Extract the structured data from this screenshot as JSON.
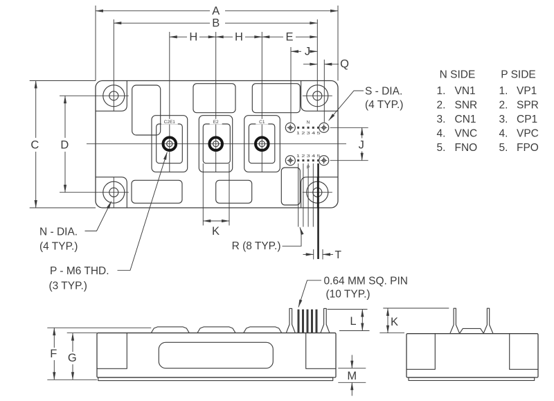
{
  "dims": {
    "A": "A",
    "B": "B",
    "C": "C",
    "D": "D",
    "E": "E",
    "F": "F",
    "G": "G",
    "H": "H",
    "J": "J",
    "K": "K",
    "L": "L",
    "M": "M",
    "Q": "Q",
    "T": "T"
  },
  "annotations": {
    "s_dia_1": "S - DIA.",
    "s_dia_2": "(4 TYP.)",
    "n_dia_1": "N - DIA.",
    "n_dia_2": "(4 TYP.)",
    "p_thd_1": "P - M6 THD.",
    "p_thd_2": "(3 TYP.)",
    "r_typ": "R (8 TYP.)",
    "pin_note_1": "0.64 MM SQ. PIN",
    "pin_note_2": "(10 TYP.)"
  },
  "terminals": [
    "C2E1",
    "E2",
    "C1"
  ],
  "signal_rows": {
    "n_label": "N",
    "p_label": "P",
    "pin_numbers": "1 2 3 4 5"
  },
  "pin_table": {
    "columns": [
      {
        "header": "N SIDE",
        "items": [
          {
            "n": "1.",
            "label": "VN1"
          },
          {
            "n": "2.",
            "label": "SNR"
          },
          {
            "n": "3.",
            "label": "CN1"
          },
          {
            "n": "4.",
            "label": "VNC"
          },
          {
            "n": "5.",
            "label": "FNO"
          }
        ]
      },
      {
        "header": "P SIDE",
        "items": [
          {
            "n": "1.",
            "label": "VP1"
          },
          {
            "n": "2.",
            "label": "SPR"
          },
          {
            "n": "3.",
            "label": "CP1"
          },
          {
            "n": "4.",
            "label": "VPC"
          },
          {
            "n": "5.",
            "label": "FPO"
          }
        ]
      }
    ]
  },
  "colors": {
    "line": "#3c3c3c",
    "bold": "#161616",
    "bg": "#ffffff"
  }
}
